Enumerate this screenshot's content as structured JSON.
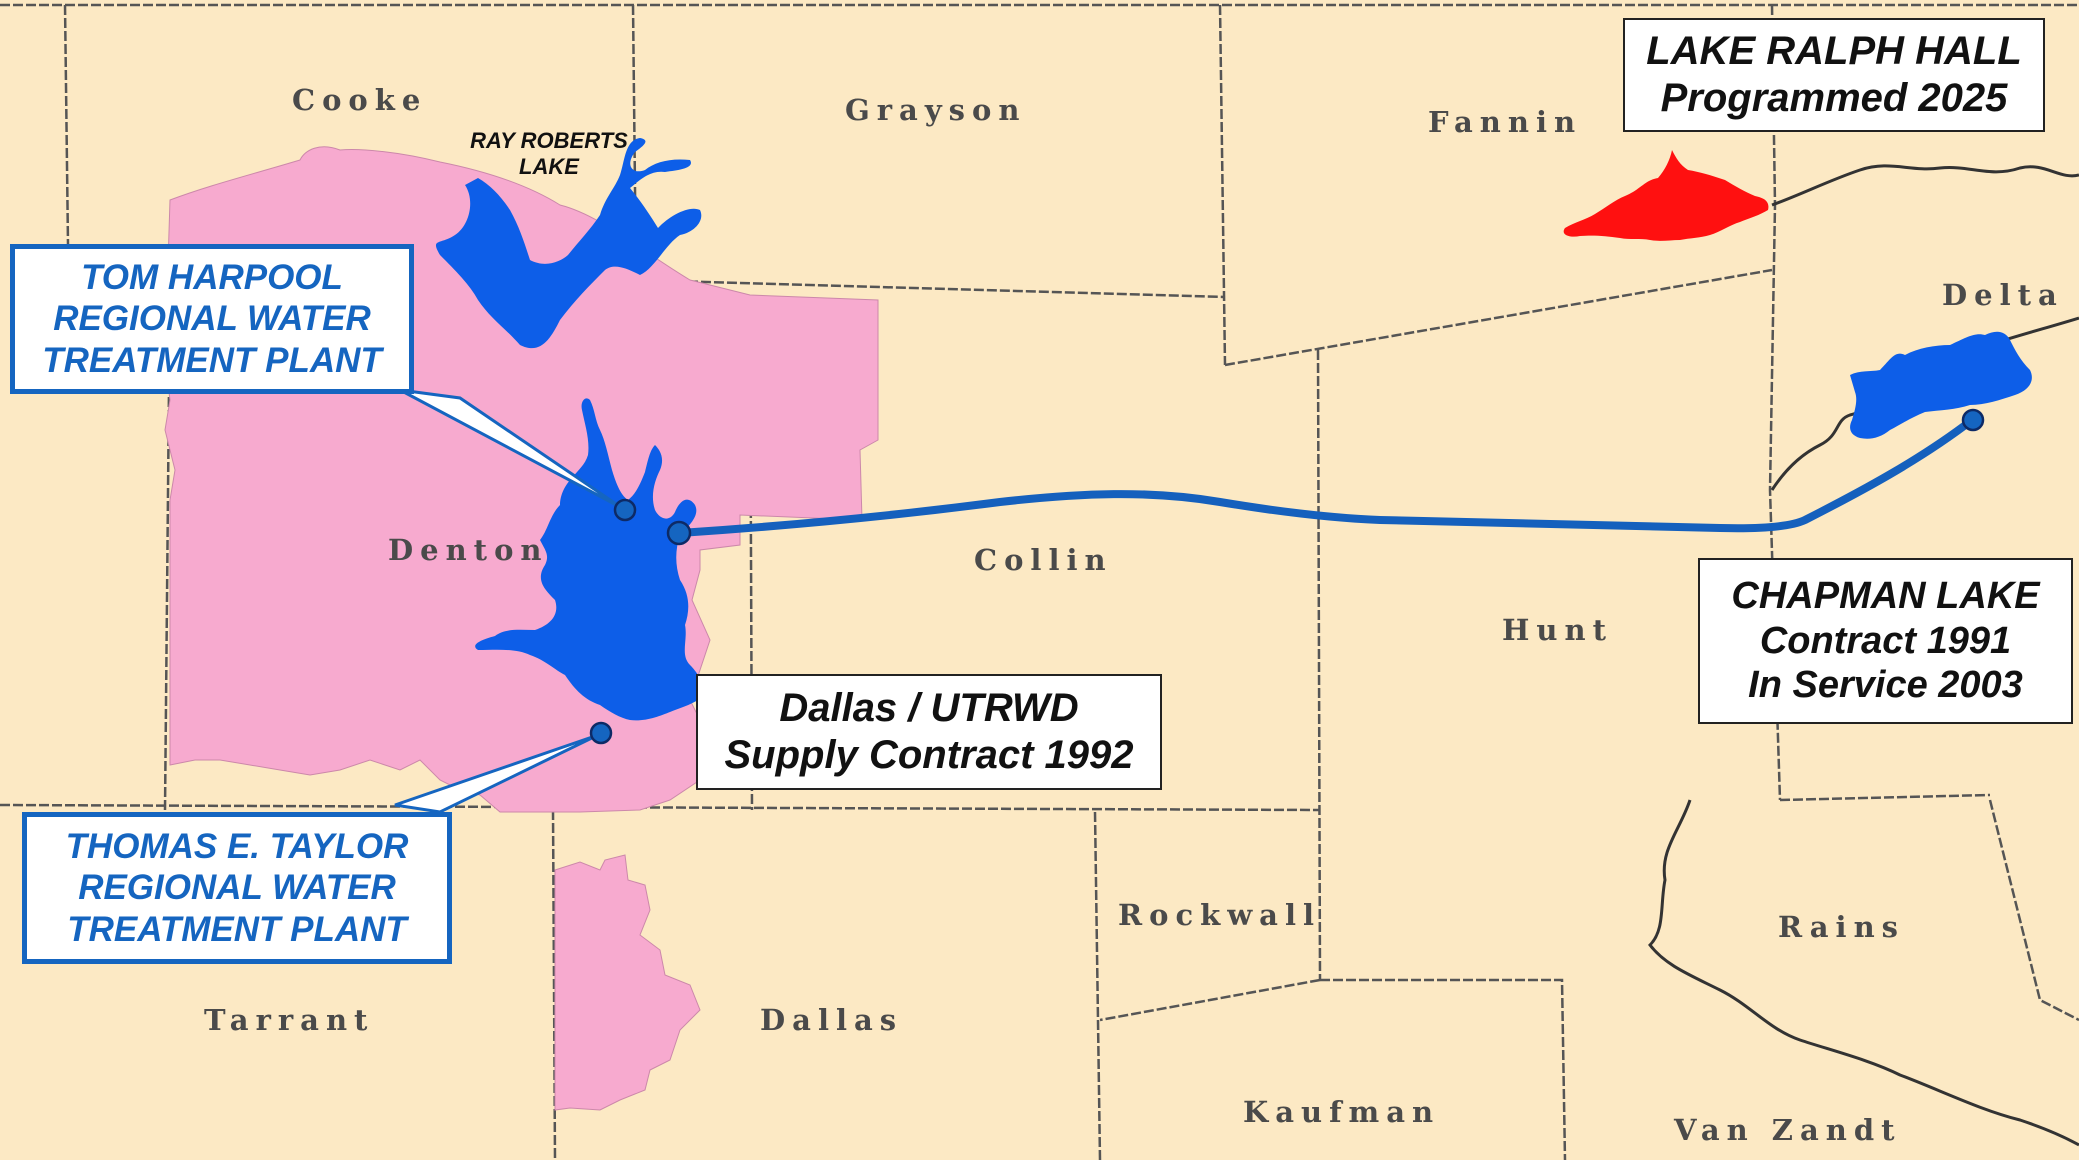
{
  "colors": {
    "county_fill": "#fce9c4",
    "service_area": "#f7aacf",
    "lake": "#0d5ee8",
    "planned_lake": "#ff1010",
    "pipeline": "#1560bd",
    "callout_blue": "#1565c0"
  },
  "counties": {
    "cooke": "Cooke",
    "grayson": "Grayson",
    "fannin": "Fannin",
    "delta": "Delta",
    "denton": "Denton",
    "collin": "Collin",
    "hunt": "Hunt",
    "rockwall": "Rockwall",
    "tarrant": "Tarrant",
    "dallas": "Dallas",
    "rains": "Rains",
    "kaufman": "Kaufman",
    "van_zandt": "Van Zandt"
  },
  "lakes": {
    "ray_roberts": {
      "line1": "RAY ROBERTS",
      "line2": "LAKE"
    }
  },
  "callouts": {
    "ralph_hall": {
      "line1": "LAKE RALPH HALL",
      "line2": "Programmed 2025"
    },
    "harpool": {
      "line1": "TOM HARPOOL",
      "line2": "REGIONAL WATER",
      "line3": "TREATMENT PLANT"
    },
    "chapman": {
      "line1": "CHAPMAN LAKE",
      "line2": "Contract 1991",
      "line3": "In Service 2003"
    },
    "dallas_utrwd": {
      "line1": "Dallas / UTRWD",
      "line2": "Supply Contract 1992"
    },
    "taylor": {
      "line1": "THOMAS E. TAYLOR",
      "line2": "REGIONAL WATER",
      "line3": "TREATMENT PLANT"
    }
  }
}
